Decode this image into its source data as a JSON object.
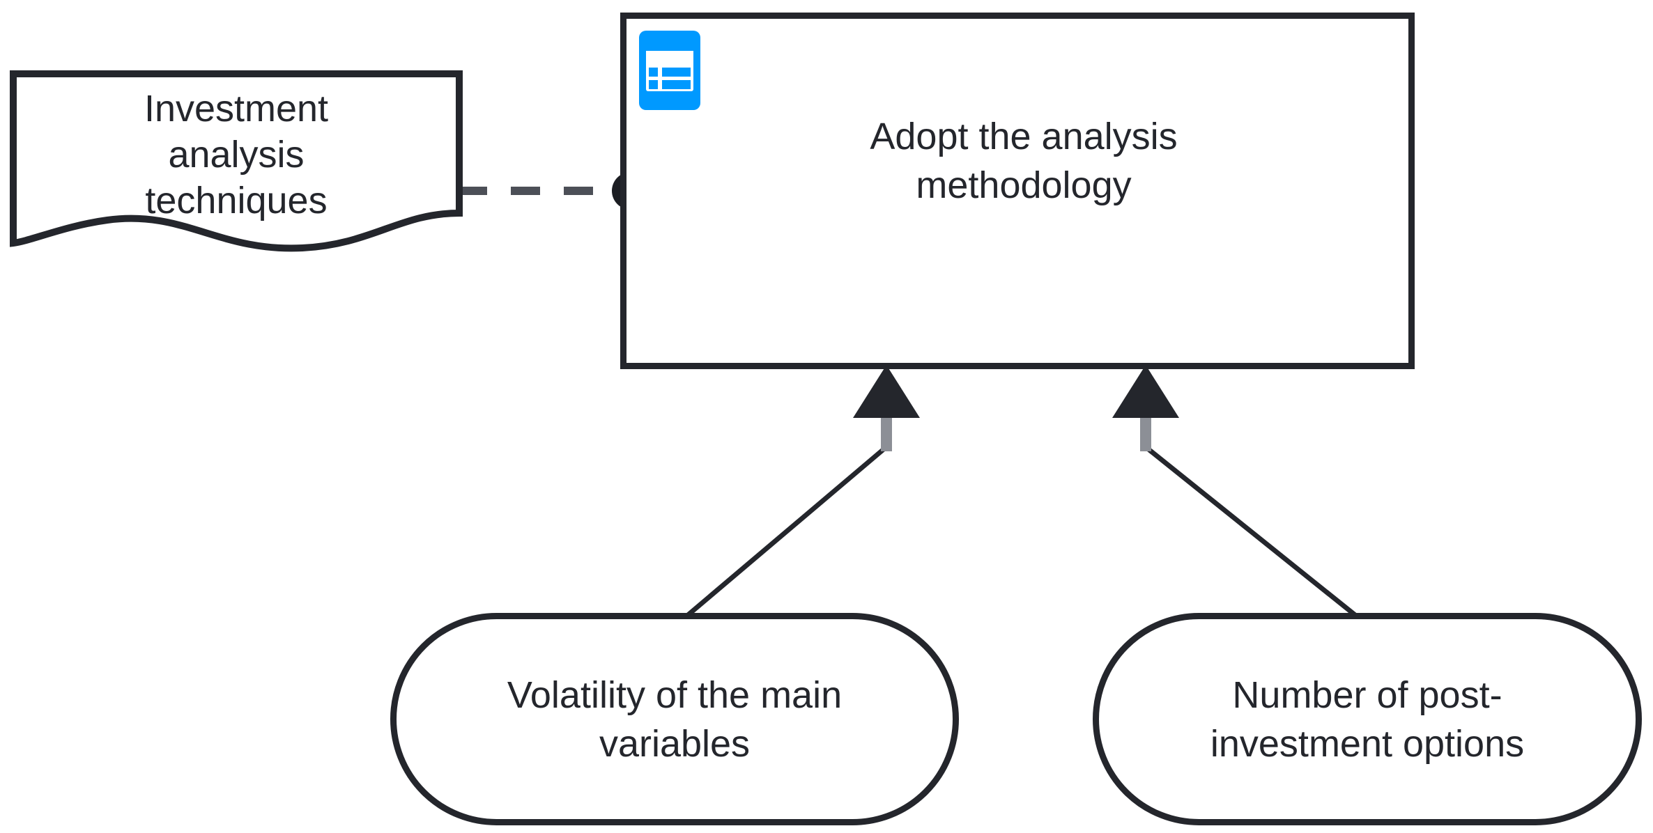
{
  "diagram": {
    "type": "archimate-motivation-diagram",
    "background_color": "#ffffff",
    "line_color": "#24262c",
    "text_color": "#24262c",
    "accent_color": "#0099ff",
    "nodes": [
      {
        "id": "investment-analysis-techniques",
        "shape": "document",
        "label": "Investment analysis techniques",
        "lines": [
          "Investment",
          "analysis",
          "techniques"
        ]
      },
      {
        "id": "adopt-the-analysis-methodology",
        "shape": "rectangle",
        "label": "Adopt the analysis methodology",
        "lines": [
          "Adopt the analysis",
          "methodology"
        ],
        "icon": "list-table-icon",
        "icon_color": "#0099ff"
      },
      {
        "id": "volatility-of-the-main-variables",
        "shape": "stadium",
        "label": "Volatility of the main variables",
        "lines": [
          "Volatility of the main",
          "variables"
        ]
      },
      {
        "id": "number-of-post-investment-options",
        "shape": "stadium",
        "label": "Number of post-investment options",
        "lines": [
          "Number of post-",
          "investment options"
        ]
      }
    ],
    "edges": [
      {
        "id": "edge-association",
        "from": "investment-analysis-techniques",
        "to": "adopt-the-analysis-methodology",
        "style": "dashed",
        "end_marker": "filled-circle"
      },
      {
        "id": "edge-influence-left",
        "from": "volatility-of-the-main-variables",
        "to": "adopt-the-analysis-methodology",
        "style": "solid",
        "end_marker": "filled-triangle-arrow"
      },
      {
        "id": "edge-influence-right",
        "from": "number-of-post-investment-options",
        "to": "adopt-the-analysis-methodology",
        "style": "solid",
        "end_marker": "filled-triangle-arrow"
      }
    ]
  }
}
